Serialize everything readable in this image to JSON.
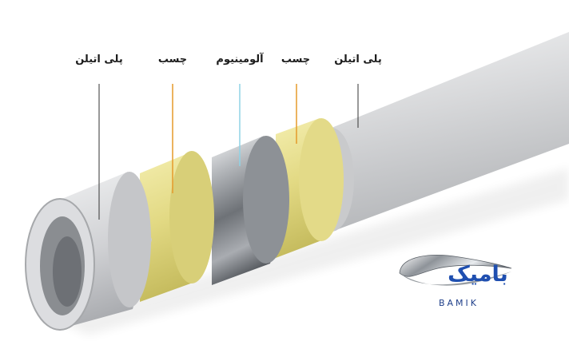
{
  "labels": {
    "inner_polyethylene": "پلی اتیلن",
    "inner_adhesive": "چسب",
    "aluminium": "آلومینیوم",
    "outer_adhesive": "چسب",
    "outer_polyethylene": "پلی اتیلن"
  },
  "brand": {
    "name_fa": "بامیک",
    "name_en": "BAMIK"
  },
  "colors": {
    "polyethylene": "#d3d4d6",
    "adhesive": "#e6df8e",
    "aluminium": "#9a9da2",
    "leader_inner_pe": "#333333",
    "leader_adhesive": "#e59a2a",
    "leader_aluminium": "#8fd3e6",
    "brand_blue": "#1f4fb0"
  },
  "icons": {
    "logo_swoosh": "chrome-swoosh-icon"
  }
}
